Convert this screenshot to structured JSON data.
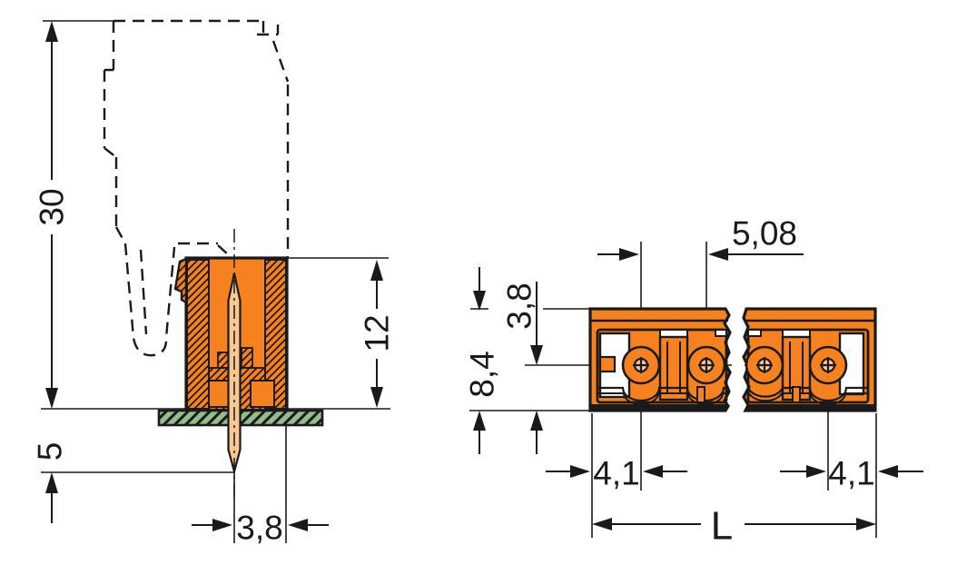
{
  "drawing": {
    "kind": "technical-dimension-drawing",
    "subject": "pcb-male-header-connector",
    "units_note": "mm (decimal comma)",
    "colors": {
      "housing_orange": "#F5821F",
      "pin_tan": "#F9C791",
      "pcb_green": "#94BD8C",
      "line_black": "#1A1A1A",
      "background": "#FFFFFF"
    },
    "side_view": {
      "dims": {
        "overall_height_with_plug": "30",
        "pin_length_below_board": "5",
        "body_height": "12",
        "pin_to_front_edge": "3,8"
      }
    },
    "front_view": {
      "dims": {
        "pole_pitch": "5,08",
        "overall_height": "8,4",
        "pin_center_offset": "3,8",
        "left_end_margin": "4,1",
        "right_end_margin": "4,1",
        "overall_length": "L"
      }
    }
  }
}
